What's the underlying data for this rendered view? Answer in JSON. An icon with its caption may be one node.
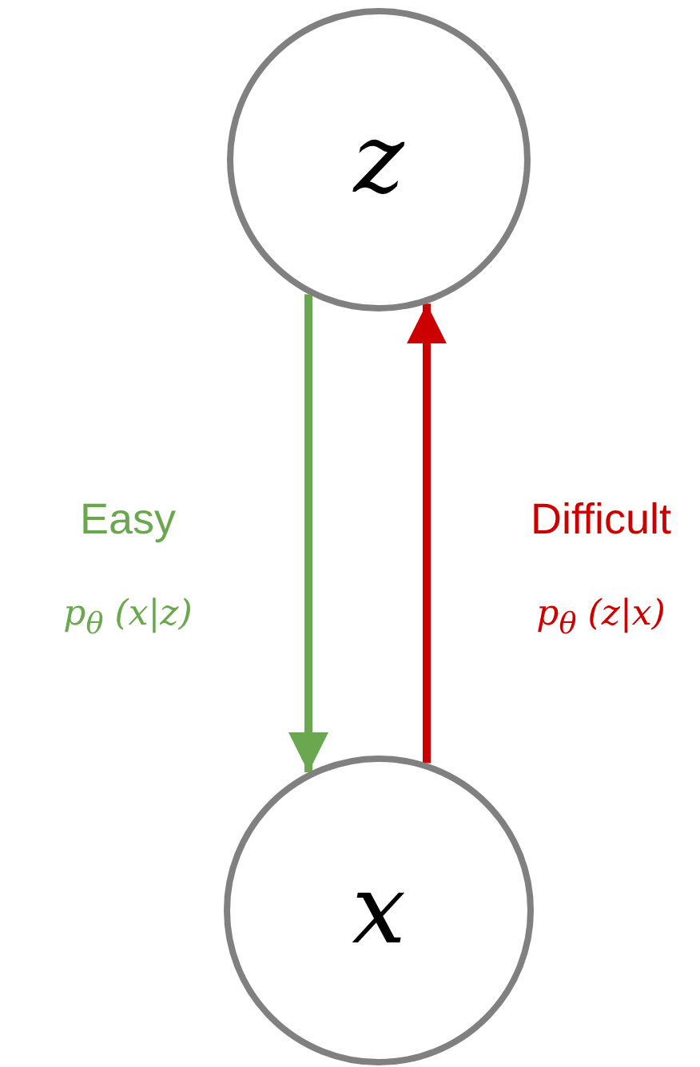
{
  "diagram": {
    "nodes": [
      {
        "text": [
          "z"
        ]
      },
      {
        "text": [
          "x"
        ]
      }
    ],
    "edges": [
      {
        "from": 0,
        "to": 1,
        "arrow": "to",
        "label": "Easy",
        "color": "#6aa84f"
      },
      {
        "from": 1,
        "to": 0,
        "arrow": "to",
        "label": "Difficult",
        "color": "#cc0000"
      }
    ],
    "labels": [
      "p$_{θ}$ (x|z)",
      "p$_{θ}$ (z|x)"
    ]
  }
}
